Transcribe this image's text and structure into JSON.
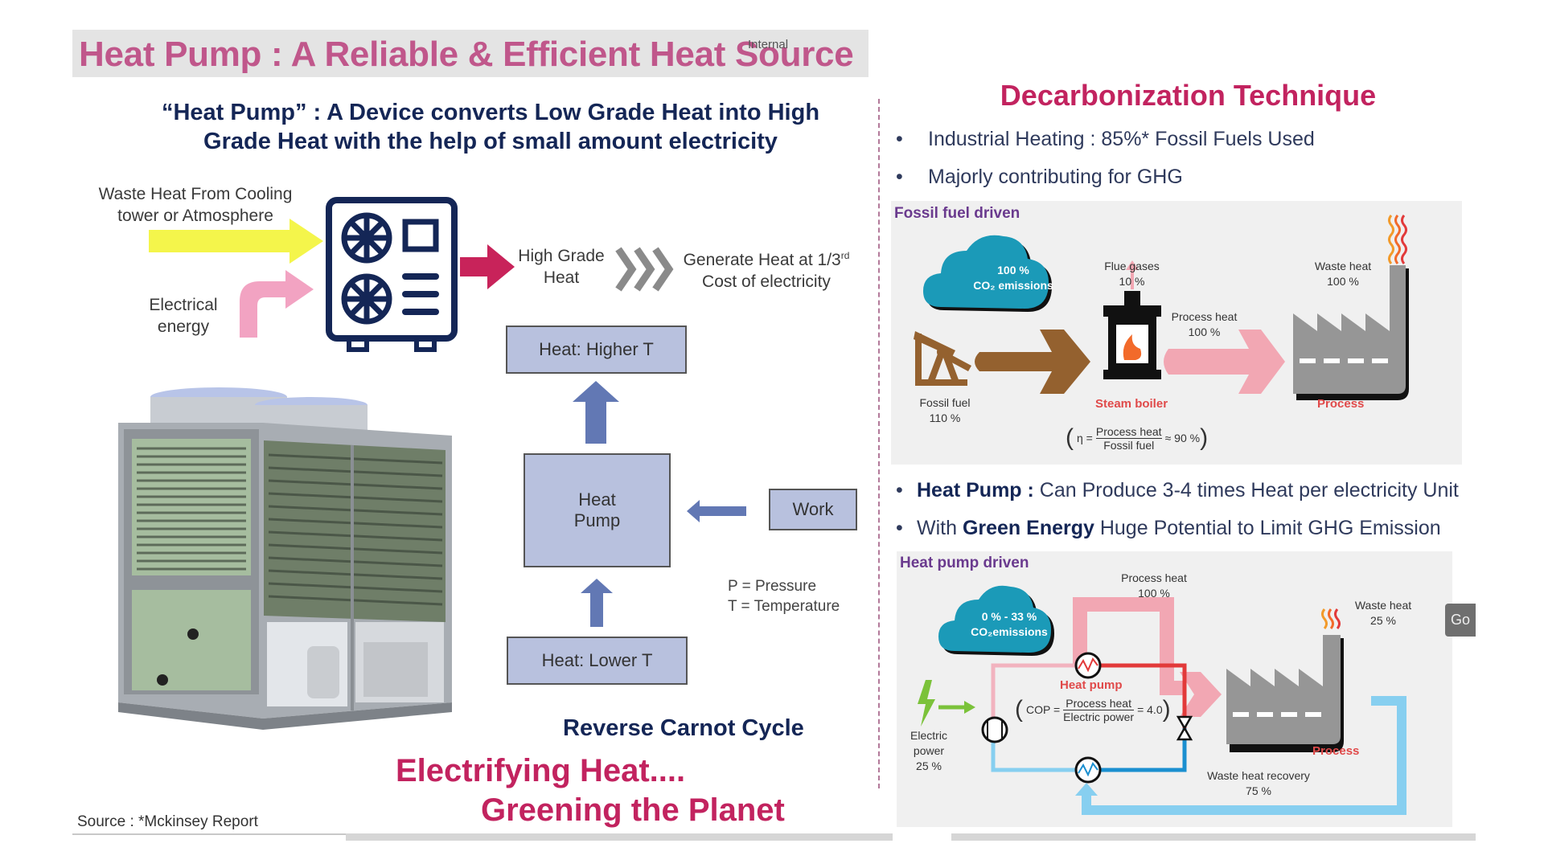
{
  "header": {
    "title": "Heat Pump : A Reliable & Efficient Heat Source",
    "watermark": "Internal"
  },
  "left": {
    "subtitle_line1": "“Heat Pump” : A Device converts Low Grade Heat into High",
    "subtitle_line2": "Grade Heat with the help of small amount electricity",
    "waste_heat_line1": "Waste Heat From Cooling",
    "waste_heat_line2": "tower or Atmosphere",
    "electrical_line1": "Electrical",
    "electrical_line2": "energy",
    "high_grade_line1": "High Grade",
    "high_grade_line2": "Heat",
    "generate_line1": "Generate Heat at 1/3",
    "generate_sup": "rd",
    "generate_line2": "Cost of electricity",
    "cycle": {
      "higher": "Heat: Higher T",
      "pump_line1": "Heat",
      "pump_line2": "Pump",
      "work": "Work",
      "lower": "Heat: Lower T",
      "legend_p": "P = Pressure",
      "legend_t": "T = Temperature",
      "caption": "Reverse Carnot Cycle"
    },
    "slogan_line1": "Electrifying Heat....",
    "slogan_line2": "Greening the Planet",
    "source": "Source : *Mckinsey Report"
  },
  "right": {
    "heading": "Decarbonization Technique",
    "bullets_top": [
      "Industrial Heating : 85%* Fossil Fuels Used",
      "Majorly contributing for GHG"
    ],
    "fossil": {
      "title": "Fossil fuel driven",
      "cloud_line1": "100 %",
      "cloud_line2": "CO₂ emissions",
      "flue_label": "Flue gases",
      "flue_value": "10 %",
      "waste_label": "Waste heat",
      "waste_value": "100 %",
      "process_heat_label": "Process heat",
      "process_heat_value": "100 %",
      "fuel_label": "Fossil fuel",
      "fuel_value": "110 %",
      "boiler_label": "Steam boiler",
      "process_label": "Process",
      "eq_prefix": "η =",
      "eq_num": "Process heat",
      "eq_den": "Fossil fuel",
      "eq_suffix": "≈ 90 %"
    },
    "bullets_mid": [
      {
        "bold": "Heat Pump :",
        "text": " Can Produce 3-4 times Heat per electricity Unit"
      },
      {
        "pre": "With ",
        "bold": "Green Energy",
        "text": " Huge Potential to Limit GHG Emission"
      }
    ],
    "heatpump": {
      "title": "Heat pump driven",
      "cloud_line1": "0 % - 33 %",
      "cloud_line2": "CO₂emissions",
      "process_heat_label": "Process heat",
      "process_heat_value": "100 %",
      "waste_label": "Waste heat",
      "waste_value": "25 %",
      "hp_label": "Heat pump",
      "eq_prefix": "COP =",
      "eq_num": "Process heat",
      "eq_den": "Electric power",
      "eq_suffix": "= 4.0",
      "power_line1": "Electric",
      "power_line2": "power",
      "power_value": "25 %",
      "process_label": "Process",
      "recovery_label": "Waste heat recovery",
      "recovery_value": "75 %"
    },
    "go_button": "Go"
  },
  "colors": {
    "title": "#c0578b",
    "accent": "#c2235f",
    "navy": "#142656",
    "diagram_box": "#b8c1de",
    "diagram_arrow": "#6278b4",
    "cloud": "#1b9ab8",
    "fossil_arrow": "#94612f",
    "process_arrow": "#f2a7b3",
    "recovery": "#87cff0"
  }
}
